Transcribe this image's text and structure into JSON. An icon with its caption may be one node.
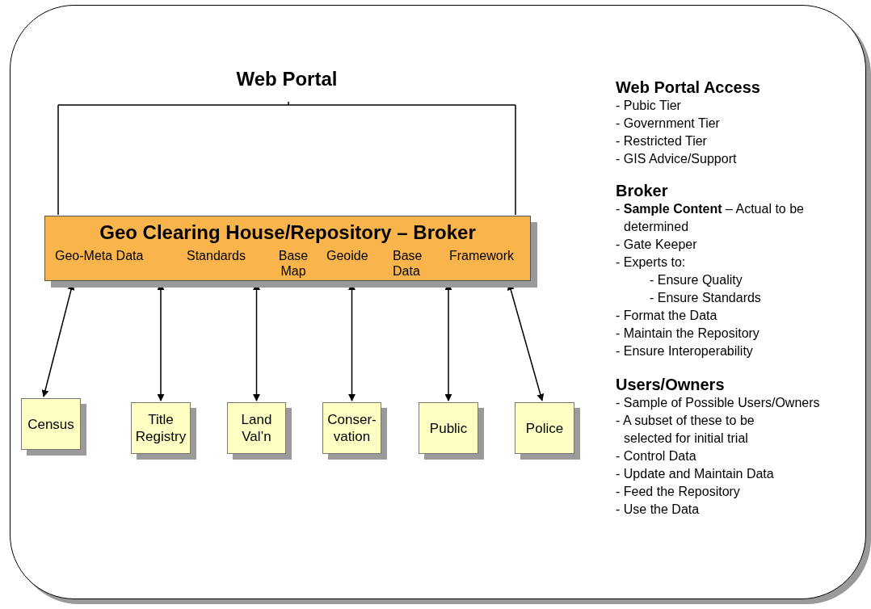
{
  "diagram": {
    "nodes": [
      {
        "text": [
          "Web Portal"
        ]
      },
      {
        "text": [
          "Geo Clearing House/Repository – Broker",
          "Geo-Meta Data",
          "Standards",
          "Base Map",
          "Geoide",
          "Base Data",
          "Framework"
        ]
      },
      {
        "text": [
          "Census"
        ]
      },
      {
        "text": [
          "Title Registry"
        ]
      },
      {
        "text": [
          "Land Val’n"
        ]
      },
      {
        "text": [
          "Conser- vation"
        ]
      },
      {
        "text": [
          "Public"
        ]
      },
      {
        "text": [
          "Police"
        ]
      }
    ],
    "edges": [
      {
        "from": 0,
        "to": 1,
        "arrow": "none"
      },
      {
        "from": 1,
        "to": 2,
        "arrow": "both"
      },
      {
        "from": 1,
        "to": 3,
        "arrow": "both"
      },
      {
        "from": 1,
        "to": 4,
        "arrow": "both"
      },
      {
        "from": 1,
        "to": 5,
        "arrow": "both"
      },
      {
        "from": 1,
        "to": 6,
        "arrow": "both"
      },
      {
        "from": 1,
        "to": 7,
        "arrow": "both"
      }
    ],
    "labels": [
      "Web Portal Access",
      "- Pubic Tier",
      "- Government Tier",
      "- Restricted Tier",
      "- GIS Advice/Support",
      "Broker",
      "- **Sample Content** – Actual to be determined",
      "- Gate Keeper",
      "- Experts to:",
      "- Ensure Quality",
      "- Ensure Standards",
      "- Format the Data",
      "- Maintain the Repository",
      "- Ensure Interoperability",
      "Users/Owners",
      "- Sample of Possible Users/Owners",
      "- A subset of these to be selected for initial trial",
      "- Control Data",
      "- Update and Maintain Data",
      "- Feed the Repository",
      "- Use the Data"
    ]
  }
}
